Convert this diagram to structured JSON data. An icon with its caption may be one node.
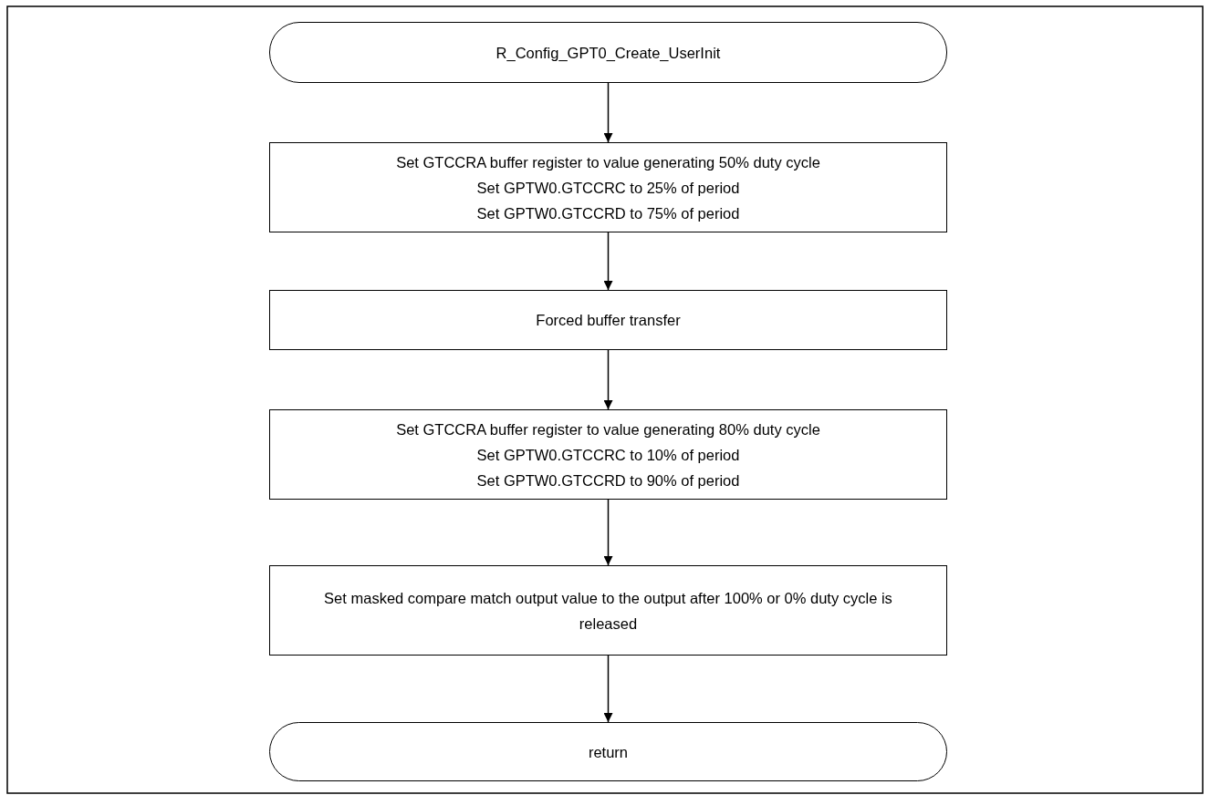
{
  "diagram": {
    "nodes": [
      {
        "text": [
          "R_Config_GPT0_Create_UserInit"
        ]
      },
      {
        "text": [
          "Set GTCCRA buffer register to value generating 50% duty cycle",
          "Set GPTW0.GTCCRC to 25% of period",
          "Set GPTW0.GTCCRD to 75% of period"
        ]
      },
      {
        "text": [
          "Forced buffer transfer"
        ]
      },
      {
        "text": [
          "Set GTCCRA buffer register to value generating 80% duty cycle",
          "Set GPTW0.GTCCRC to 10% of period",
          "Set GPTW0.GTCCRD to 90% of period"
        ]
      },
      {
        "text": [
          "Set masked compare match output value to the output after 100% or 0% duty cycle is released"
        ]
      },
      {
        "text": [
          "return"
        ]
      }
    ],
    "edges": [
      {
        "from": 0,
        "to": 1,
        "arrow": "to"
      },
      {
        "from": 1,
        "to": 2,
        "arrow": "to"
      },
      {
        "from": 2,
        "to": 3,
        "arrow": "to"
      },
      {
        "from": 3,
        "to": 4,
        "arrow": "to"
      },
      {
        "from": 4,
        "to": 5,
        "arrow": "to"
      }
    ]
  }
}
